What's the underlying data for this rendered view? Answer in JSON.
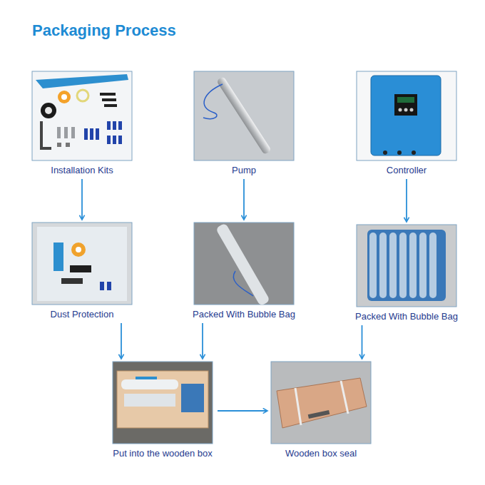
{
  "diagram": {
    "title": "Packaging Process",
    "nodes": [
      {
        "text": [
          "Installation Kits"
        ]
      },
      {
        "text": [
          "Pump"
        ]
      },
      {
        "text": [
          "Controller"
        ]
      },
      {
        "text": [
          "Dust Protection"
        ]
      },
      {
        "text": [
          "Packed With Bubble Bag"
        ]
      },
      {
        "text": [
          "Packed With Bubble Bag"
        ]
      },
      {
        "text": [
          "Put into the wooden box"
        ]
      },
      {
        "text": [
          "Wooden box seal"
        ]
      }
    ],
    "edges": [
      {
        "from": 0,
        "to": 3,
        "arrow": "to"
      },
      {
        "from": 1,
        "to": 4,
        "arrow": "to"
      },
      {
        "from": 2,
        "to": 5,
        "arrow": "to"
      },
      {
        "from": 3,
        "to": 6,
        "arrow": "to"
      },
      {
        "from": 4,
        "to": 6,
        "arrow": "to"
      },
      {
        "from": 5,
        "to": 7,
        "arrow": "to"
      },
      {
        "from": 6,
        "to": 7,
        "arrow": "to"
      }
    ]
  }
}
